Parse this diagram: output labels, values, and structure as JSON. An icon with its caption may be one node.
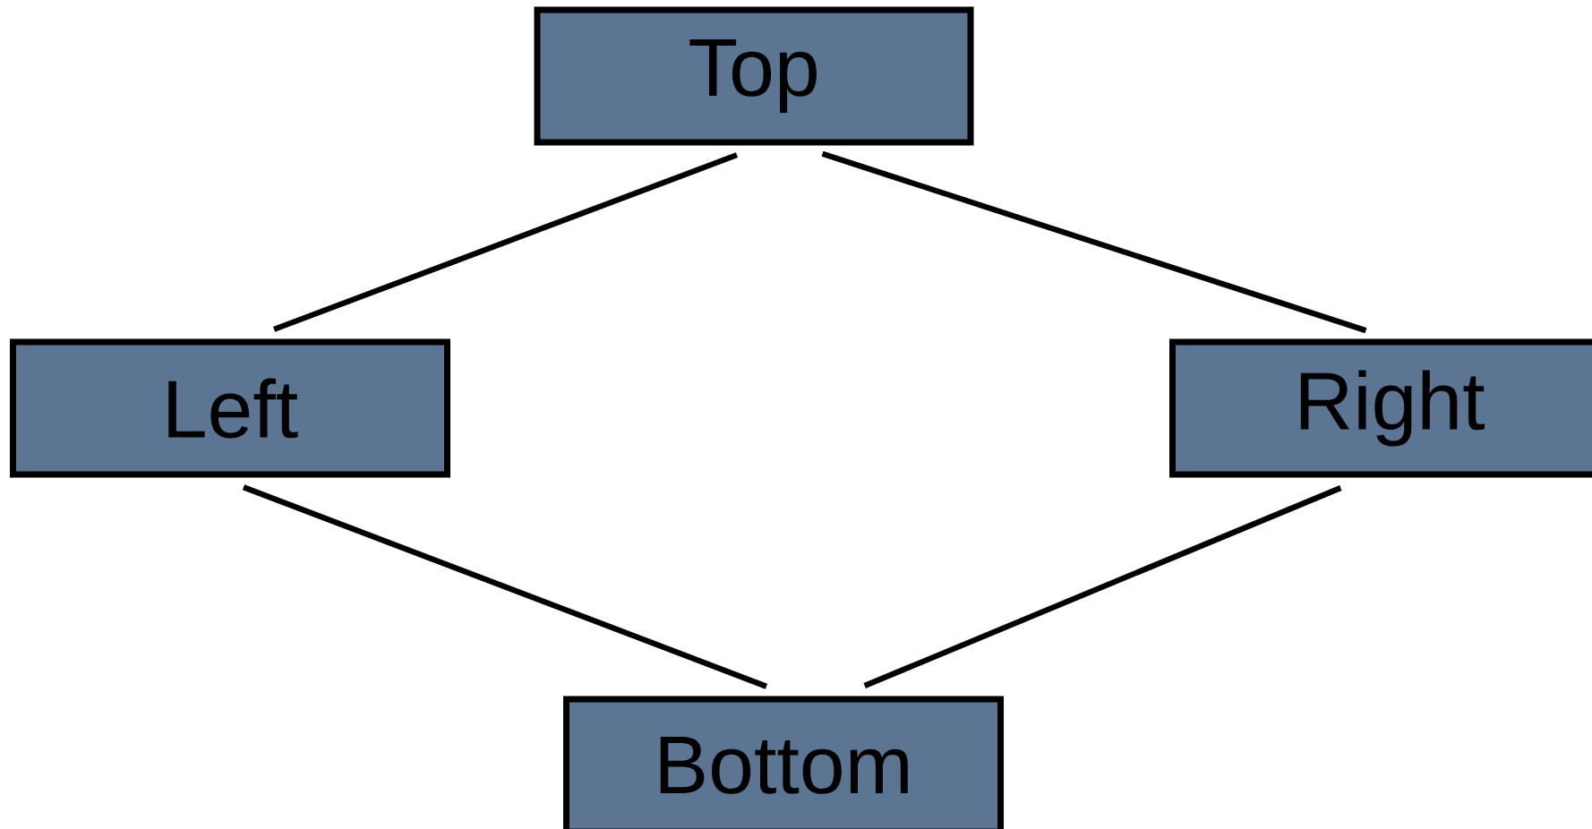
{
  "diagram": {
    "nodes": [
      {
        "text": [
          "Top"
        ]
      },
      {
        "text": [
          "Left"
        ]
      },
      {
        "text": [
          "Right"
        ]
      },
      {
        "text": [
          "Bottom"
        ]
      }
    ],
    "edges": [
      {
        "from": 0,
        "to": 1,
        "arrow": "none"
      },
      {
        "from": 0,
        "to": 2,
        "arrow": "none"
      },
      {
        "from": 1,
        "to": 3,
        "arrow": "none"
      },
      {
        "from": 2,
        "to": 3,
        "arrow": "none"
      }
    ]
  }
}
